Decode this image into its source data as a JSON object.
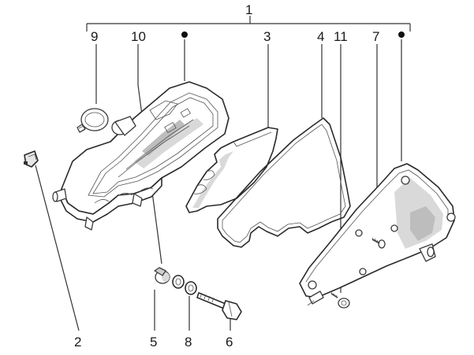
{
  "diagram": {
    "labels": {
      "l1": "1",
      "l2": "2",
      "l3": "3",
      "l4": "4",
      "l5": "5",
      "l6": "6",
      "l7": "7",
      "l8": "8",
      "l9": "9",
      "l10": "10",
      "l11": "11"
    }
  }
}
